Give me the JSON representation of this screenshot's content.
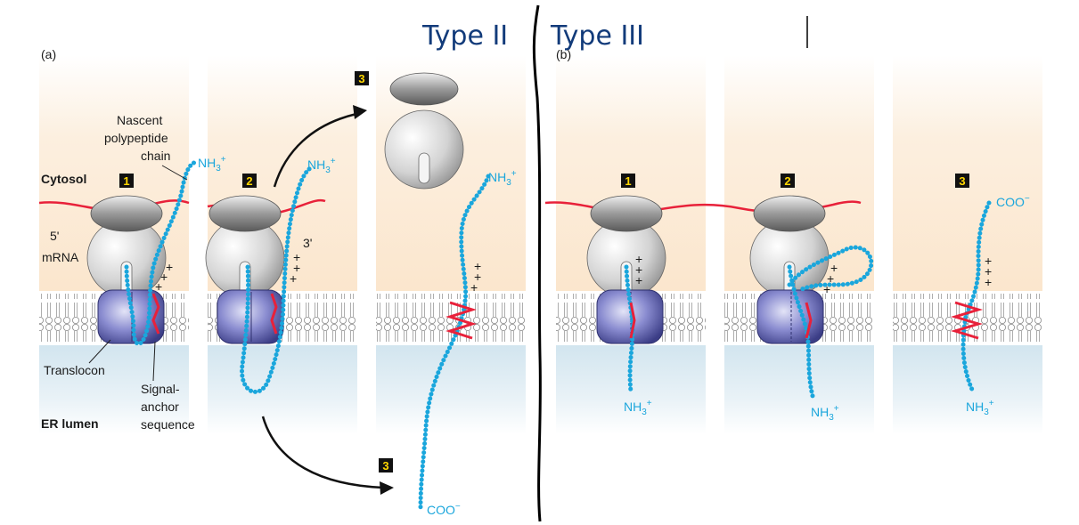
{
  "titles": {
    "left": "Type II",
    "right": "Type III"
  },
  "panels": {
    "a": "(a)",
    "b": "(b)"
  },
  "labels": {
    "cytosol": "Cytosol",
    "er_lumen": "ER lumen",
    "mrna": "mRNA",
    "five_prime": "5'",
    "three_prime": "3'",
    "nascent": [
      "Nascent",
      "polypeptide",
      "chain"
    ],
    "translocon": "Translocon",
    "signal_anchor": [
      "Signal-",
      "anchor",
      "sequence"
    ]
  },
  "termini": {
    "nh3_base": "NH",
    "nh3_sub": "3",
    "nh3_sup": "+",
    "coo": "COO"
  },
  "charges": "+",
  "steps": {
    "a_1": "1",
    "a_2": "2",
    "a_3_top": "3",
    "a_3_bottom": "3",
    "b_1": "1",
    "b_2": "2",
    "b_3": "3"
  },
  "colors": {
    "cytosol_band": "#fcebd6",
    "lumen_band": "#d9e9f1",
    "chain": "#1aa6dc",
    "mrna": "#e8213a",
    "ribosome": "#c8c8c8",
    "translocon": "#5c5fa8",
    "title": "#123b7a",
    "step_box": "#111111",
    "step_text": "#ffd700"
  },
  "icons": [
    "ribosome-icon",
    "translocon-icon",
    "membrane-icon",
    "arrow-icon"
  ]
}
